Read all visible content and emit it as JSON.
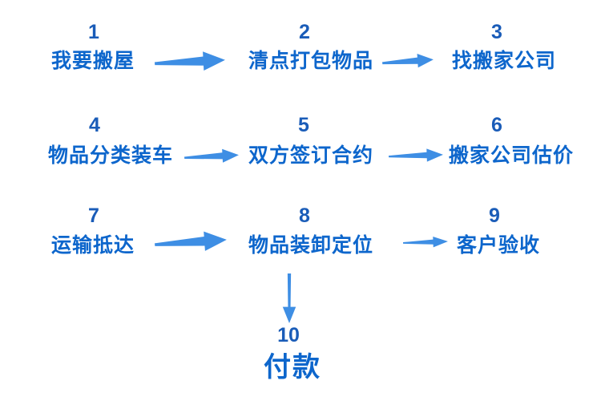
{
  "page": {
    "background": "#ffffff"
  },
  "colors": {
    "step_number": "#1a5cb8",
    "step_label": "#0d66cc",
    "arrow": "#3e8ee4"
  },
  "steps": [
    {
      "num": "1",
      "label": "我要搬屋"
    },
    {
      "num": "2",
      "label": "清点打包物品"
    },
    {
      "num": "3",
      "label": "找搬家公司"
    },
    {
      "num": "4",
      "label": "物品分类装车"
    },
    {
      "num": "5",
      "label": "双方签订合约"
    },
    {
      "num": "6",
      "label": "搬家公司估价"
    },
    {
      "num": "7",
      "label": "运输抵达"
    },
    {
      "num": "8",
      "label": "物品装卸定位"
    },
    {
      "num": "9",
      "label": "客户验收"
    },
    {
      "num": "10",
      "label": "付款"
    }
  ],
  "connections": [
    {
      "from": "1",
      "to": "2",
      "direction": "right"
    },
    {
      "from": "2",
      "to": "3",
      "direction": "right"
    },
    {
      "from": "4",
      "to": "5",
      "direction": "right"
    },
    {
      "from": "5",
      "to": "6",
      "direction": "right"
    },
    {
      "from": "7",
      "to": "8",
      "direction": "right"
    },
    {
      "from": "8",
      "to": "9",
      "direction": "right"
    },
    {
      "from": "8",
      "to": "10",
      "direction": "down"
    }
  ]
}
